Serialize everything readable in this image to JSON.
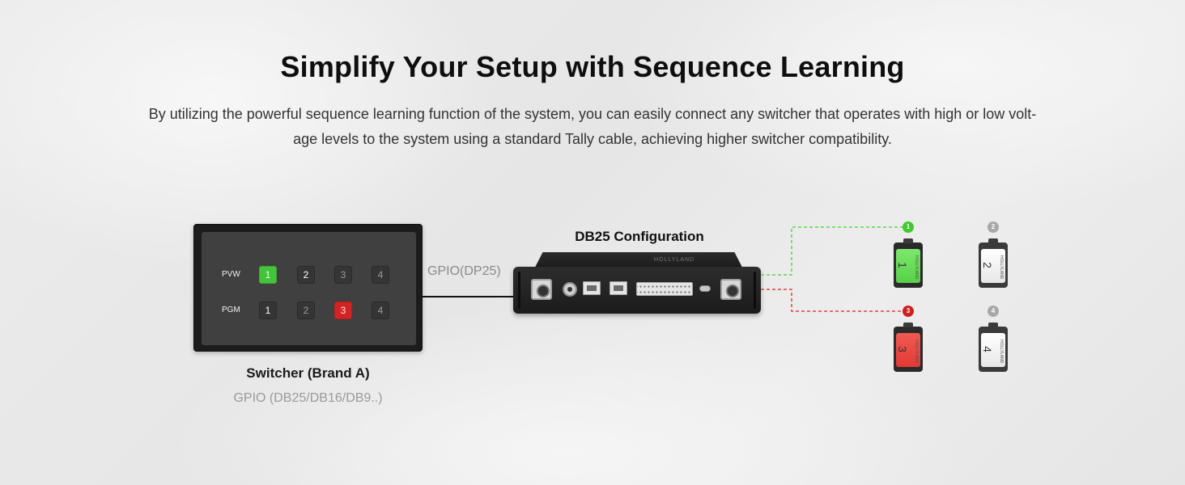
{
  "title": "Simplify Your Setup with Sequence Learning",
  "subtitle_line1": "By utilizing the powerful sequence learning function of the system, you can easily connect any switcher that operates with high or low volt-",
  "subtitle_line2": "age levels to the system using a standard Tally cable, achieving higher switcher compatibility.",
  "switcher": {
    "row_labels": [
      "PVW",
      "PGM"
    ],
    "pvw_buttons": [
      "1",
      "2",
      "3",
      "4"
    ],
    "pgm_buttons": [
      "1",
      "2",
      "3",
      "4"
    ],
    "active_pvw_color": "#43c43a",
    "active_pgm_color": "#d22424",
    "caption": "Switcher (Brand A)",
    "subcaption": "GPIO (DB25/DB16/DB9..)"
  },
  "cable_label": "GPIO(DP25)",
  "device_label": "DB25 Configuration",
  "device_brand": "HOLLYLAND",
  "tally_lights": [
    {
      "badge": "1",
      "number": "1",
      "state": "preview",
      "color": "#41c92f"
    },
    {
      "badge": "2",
      "number": "2",
      "state": "idle",
      "color": "#a8a8a8"
    },
    {
      "badge": "3",
      "number": "3",
      "state": "program",
      "color": "#cf1f1f"
    },
    {
      "badge": "4",
      "number": "4",
      "state": "idle",
      "color": "#a8a8a8"
    }
  ],
  "tally_brand": "HOLLYLAND"
}
